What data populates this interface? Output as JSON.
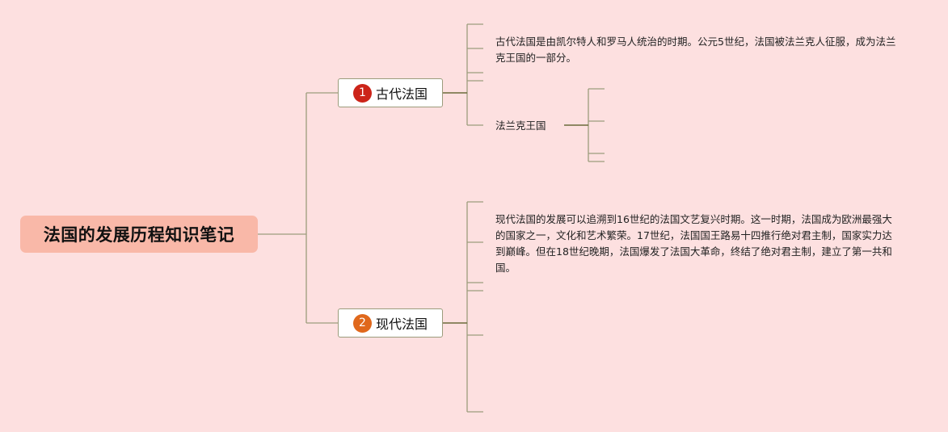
{
  "mindmap": {
    "root": {
      "label": "法国的发展历程知识笔记"
    },
    "branches": [
      {
        "number": "1",
        "label": "古代法国",
        "badge_color": "#cc2419",
        "note": "古代法国是由凯尔特人和罗马人统治的时期。公元5世纪，法国被法兰克人征服，成为法兰克王国的一部分。",
        "child": {
          "label": "法兰克王国"
        }
      },
      {
        "number": "2",
        "label": "现代法国",
        "badge_color": "#e0681c",
        "note": "现代法国的发展可以追溯到16世纪的法国文艺复兴时期。这一时期，法国成为欧洲最强大的国家之一，文化和艺术繁荣。17世纪，法国国王路易十四推行绝对君主制，国家实力达到巅峰。但在18世纪晚期，法国爆发了法国大革命，终结了绝对君主制，建立了第一共和国。"
      }
    ]
  },
  "colors": {
    "background": "#fde0e0",
    "root_fill": "#f9b8a8",
    "connector": "#9c9c7c",
    "connector_dark": "#6b6b3a"
  }
}
